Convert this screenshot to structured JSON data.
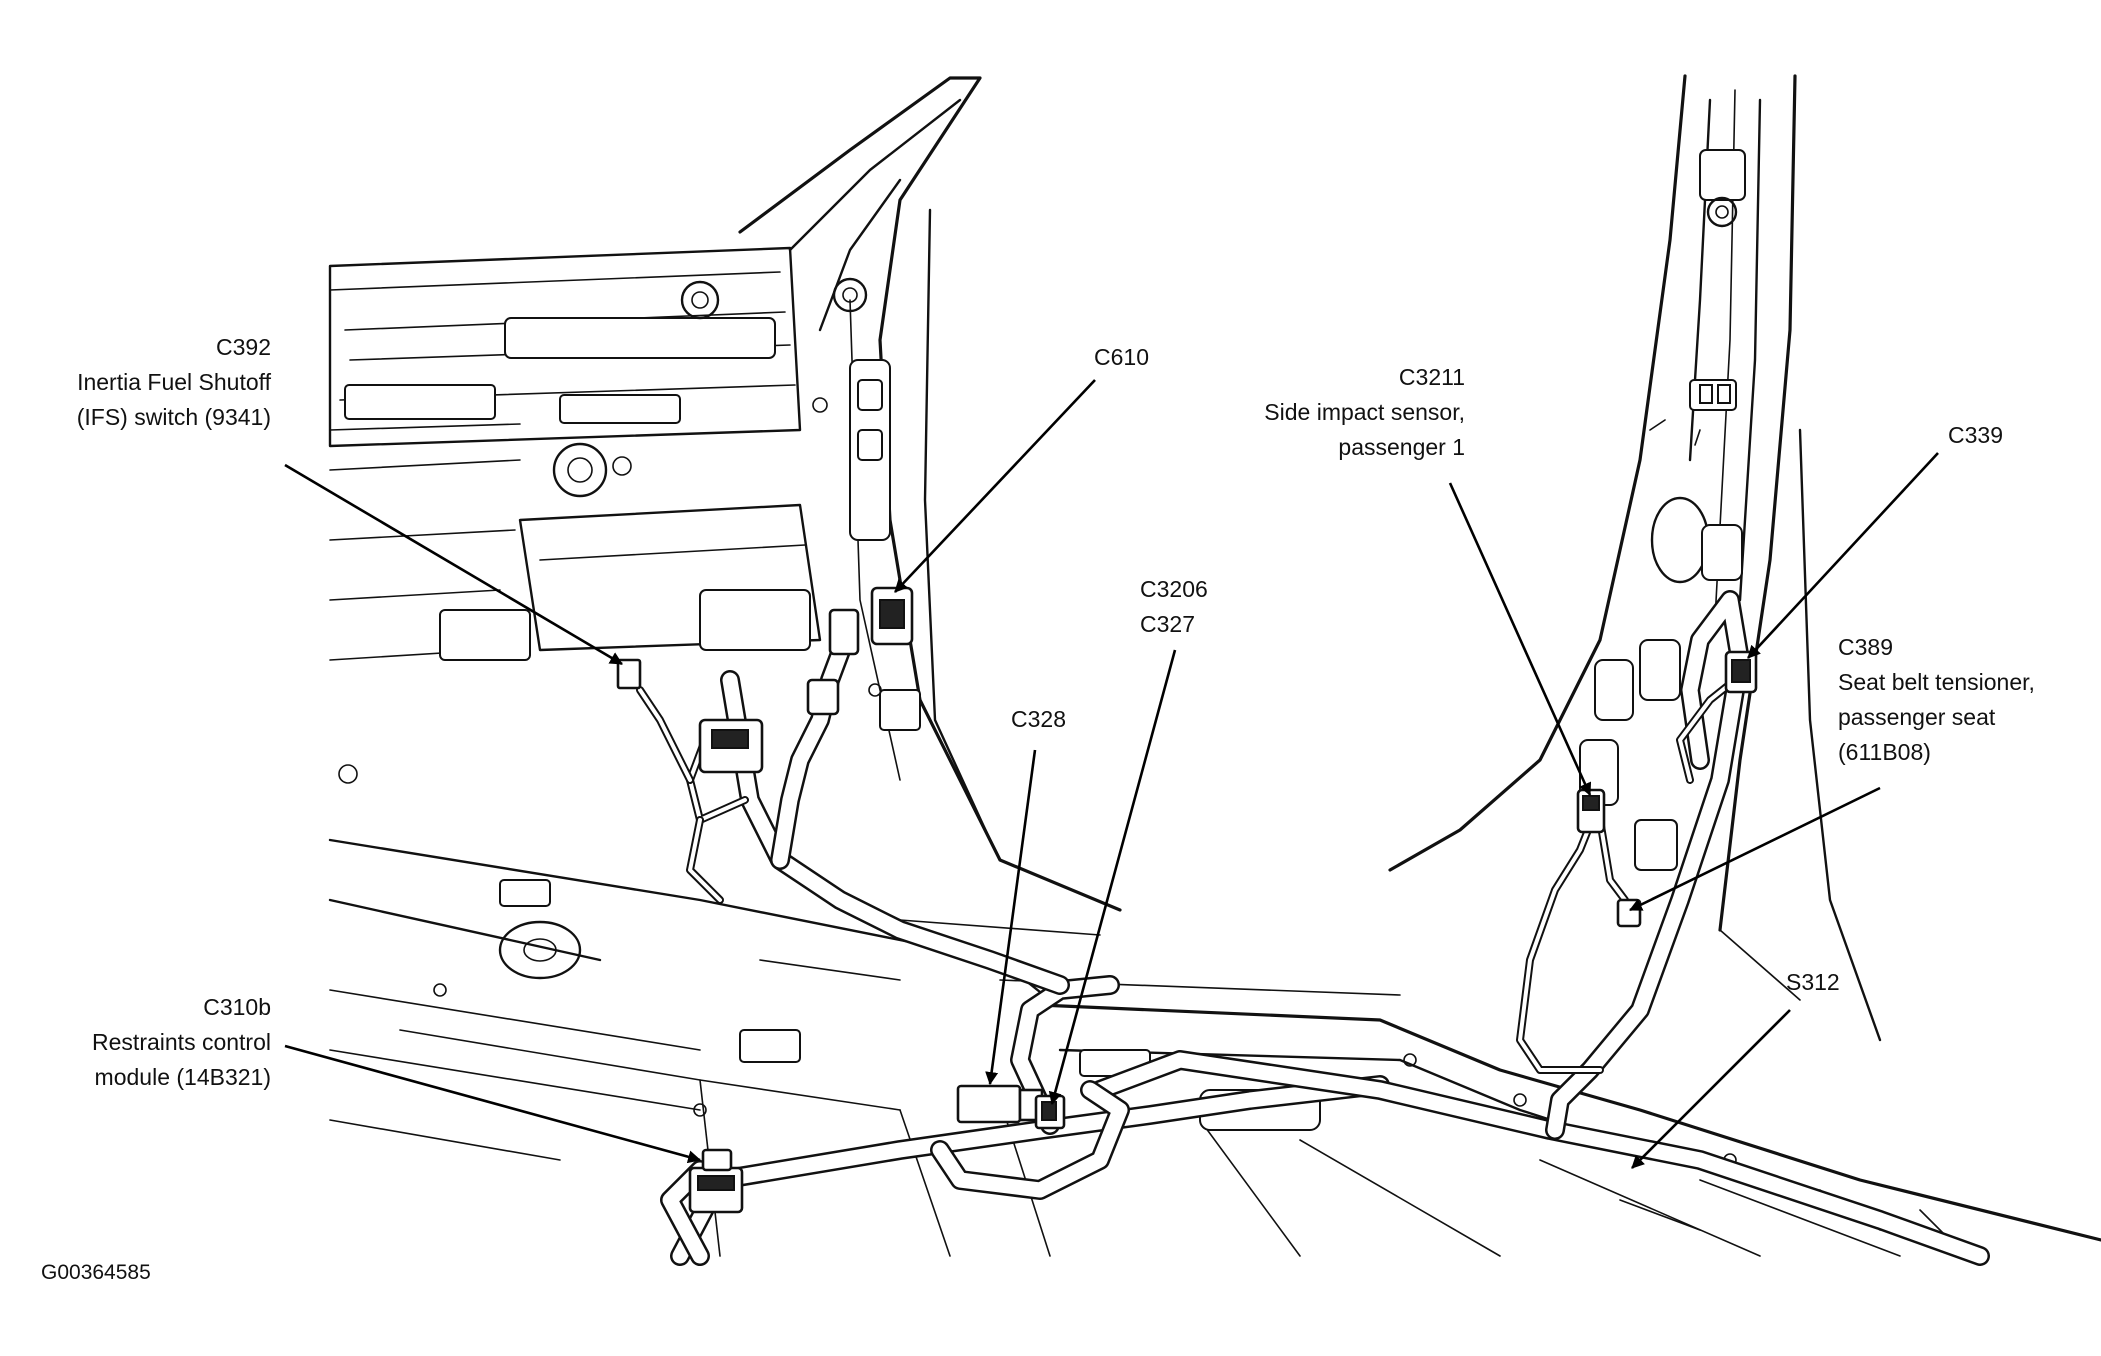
{
  "figure_id": "G00364585",
  "callouts": [
    {
      "id": "C392",
      "lines": [
        "C392",
        "Inertia Fuel Shutoff",
        "(IFS) switch (9341)"
      ]
    },
    {
      "id": "C610",
      "lines": [
        "C610"
      ]
    },
    {
      "id": "C3211",
      "lines": [
        "C3211",
        "Side impact sensor,",
        "passenger 1"
      ]
    },
    {
      "id": "C339",
      "lines": [
        "C339"
      ]
    },
    {
      "id": "C3206",
      "lines": [
        "C3206",
        "C327"
      ]
    },
    {
      "id": "C389",
      "lines": [
        "C389",
        "Seat belt tensioner,",
        "passenger seat",
        "(611B08)"
      ]
    },
    {
      "id": "C328",
      "lines": [
        "C328"
      ]
    },
    {
      "id": "S312",
      "lines": [
        "S312"
      ]
    },
    {
      "id": "C310b",
      "lines": [
        "C310b",
        "Restraints control",
        "module (14B321)"
      ]
    }
  ]
}
